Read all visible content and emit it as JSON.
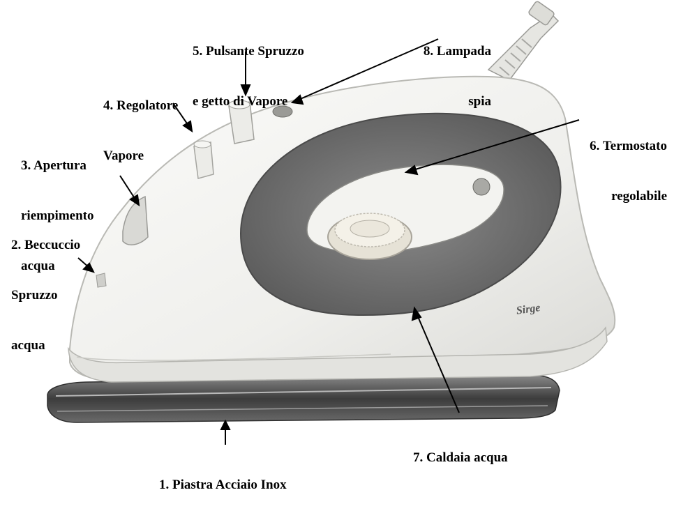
{
  "labels": {
    "piastra": [
      "1. Piastra Acciaio Inox"
    ],
    "beccuccio": [
      "2. Beccuccio",
      "Spruzzo",
      "acqua"
    ],
    "apertura": [
      "3. Apertura",
      "riempimento",
      "acqua"
    ],
    "regolatore": [
      "4. Regolatore",
      "Vapore"
    ],
    "pulsante": [
      "5. Pulsante Spruzzo",
      "e getto di Vapore"
    ],
    "termostato": [
      "6. Termostato",
      "regolabile"
    ],
    "caldaia": [
      "7. Caldaia acqua"
    ],
    "lampada": [
      "8. Lampada",
      "spia"
    ]
  },
  "brand": "Sirge",
  "colors": {
    "text": "#000000",
    "body": "#f1f1ee",
    "tank": "#6e6e6e",
    "soleplate": "#4a4a4a",
    "dial": "#f2eee4"
  }
}
